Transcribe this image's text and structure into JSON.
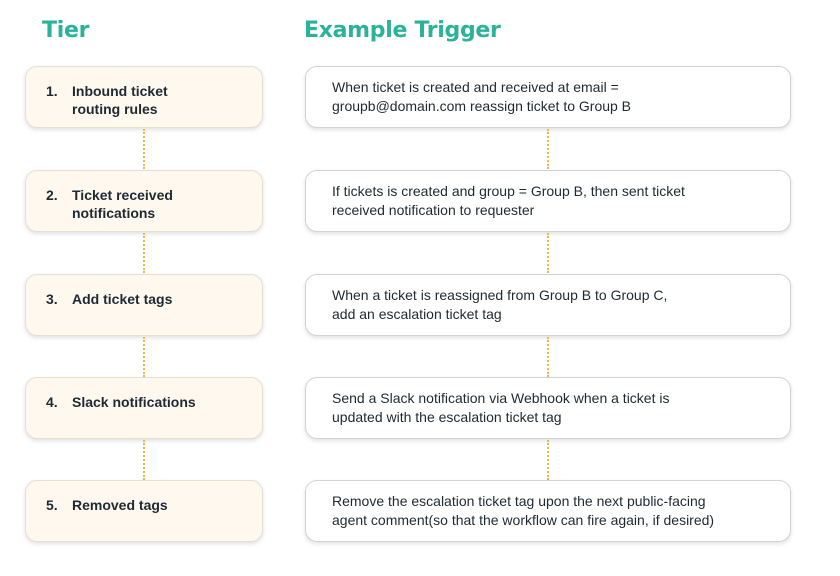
{
  "headings": {
    "tier": "Tier",
    "trigger": "Example Trigger"
  },
  "rows": [
    {
      "num": "1.",
      "tier": "Inbound ticket\nrouting rules",
      "trigger": "When ticket is created and received at email =\ngroupb@domain.com reassign ticket to Group B"
    },
    {
      "num": "2.",
      "tier": "Ticket received\nnotifications",
      "trigger": "If tickets is created and group = Group B, then sent ticket\nreceived notification to requester"
    },
    {
      "num": "3.",
      "tier": "Add ticket tags",
      "trigger": "When a ticket is reassigned from Group B to Group C,\nadd an escalation ticket tag"
    },
    {
      "num": "4.",
      "tier": "Slack notifications",
      "trigger": "Send a Slack notification via Webhook when a ticket is\nupdated with the escalation ticket tag"
    },
    {
      "num": "5.",
      "tier": "Removed tags",
      "trigger": "Remove the escalation ticket tag upon the next public-facing\nagent comment(so that the workflow can fire again, if desired)"
    }
  ],
  "colors": {
    "heading": "#2bb39a",
    "connector": "#f0b54a",
    "tier_bg": "#fef8ee"
  }
}
